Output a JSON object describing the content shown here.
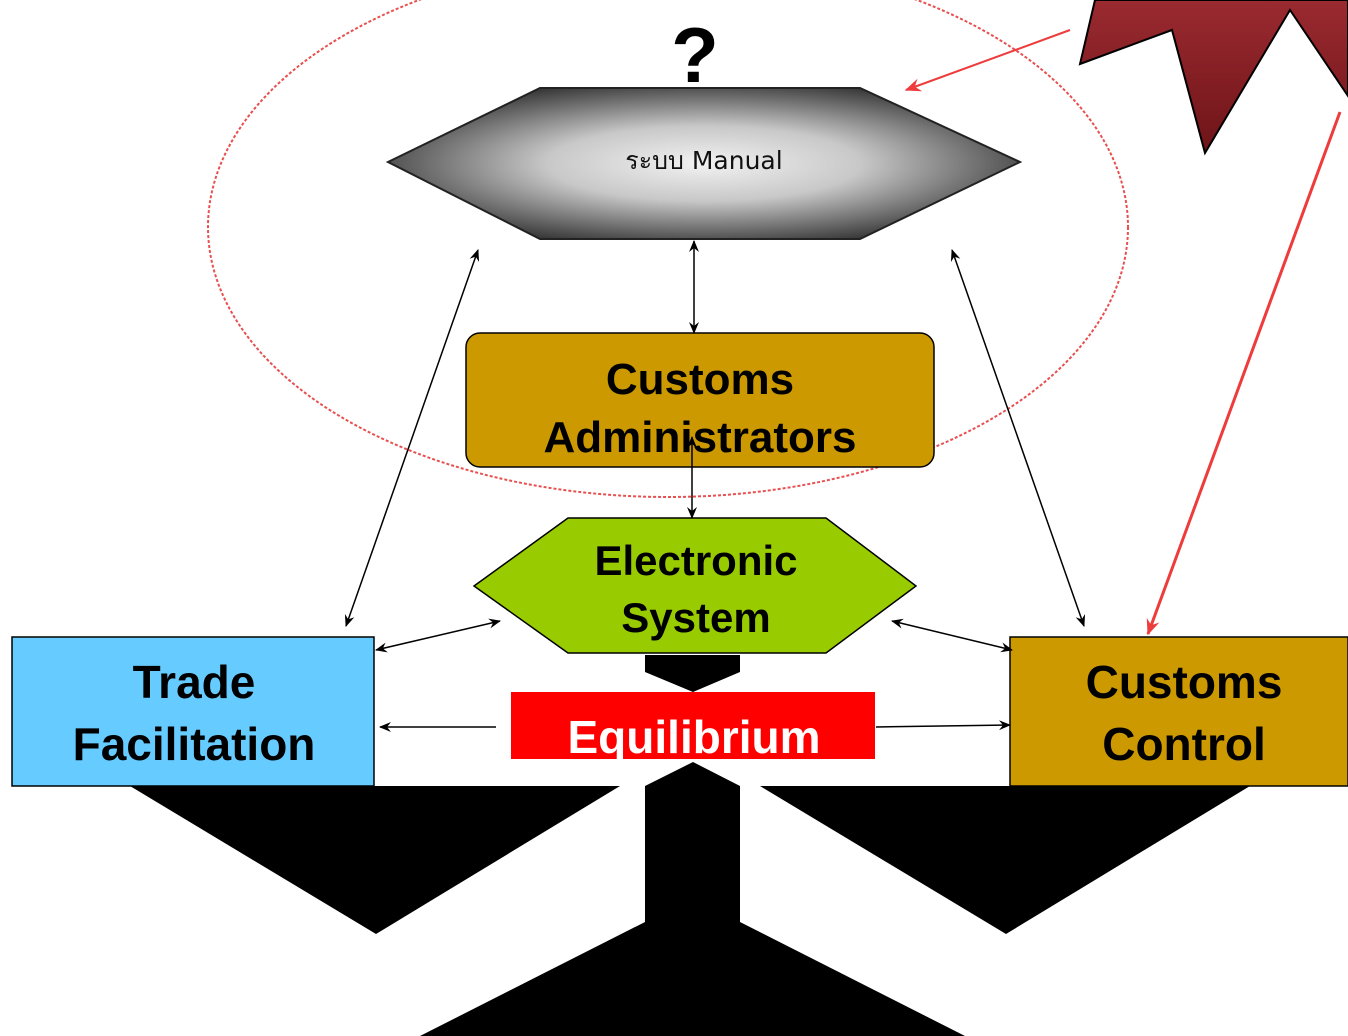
{
  "question_mark": "?",
  "manual_system": {
    "label": "ระบบ Manual"
  },
  "customs_administrators": {
    "line1": "Customs",
    "line2": "Administrators",
    "color": "#cc9900"
  },
  "electronic_system": {
    "line1": "Electronic",
    "line2": "System",
    "color": "#99cc00"
  },
  "trade_facilitation": {
    "line1": "Trade",
    "line2": "Facilitation",
    "color": "#66ccff"
  },
  "customs_control": {
    "line1": "Customs",
    "line2": "Control",
    "color": "#cc9900"
  },
  "equilibrium": {
    "label": "Equilibrium",
    "color": "#ff0000",
    "text_color": "#ffffff"
  },
  "colors": {
    "highlight_ellipse": "#e85050",
    "burst": "#8b1f24",
    "scale": "#000000"
  }
}
